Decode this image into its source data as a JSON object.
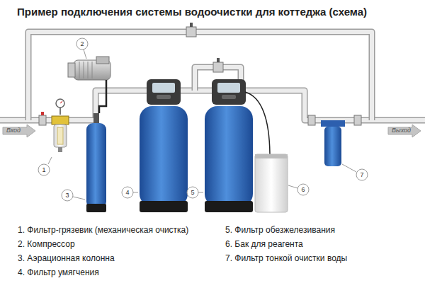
{
  "diagram": {
    "title": "Пример подключения системы водоочистки для коттеджа (схема)",
    "labels": [
      "Вход",
      "Выход",
      "1",
      "2",
      "3",
      "4",
      "5",
      "6",
      "7",
      "1. Фильтр-грязевик (механическая очистка)",
      "2. Компрессор",
      "3. Аэрационная колонна",
      "4. Фильтр умягчения",
      "5. Фильтр обезжелезивания",
      "6. Бак для реагента",
      "7. Фильтр тонкой очистки воды"
    ]
  }
}
